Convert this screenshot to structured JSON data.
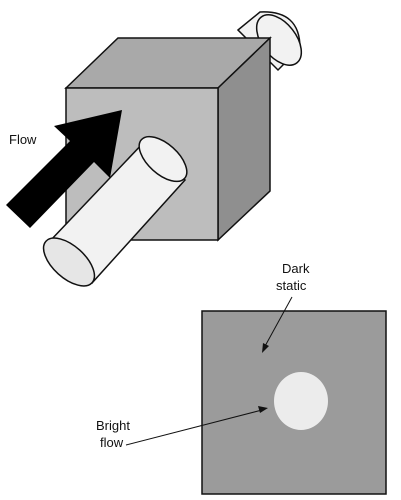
{
  "labels": {
    "flow": "Flow",
    "dark_static_line1": "Dark",
    "dark_static_line2": "static",
    "bright_flow_line1": "Bright",
    "bright_flow_line2": "flow"
  },
  "colors": {
    "background": "#ffffff",
    "outline": "#111111",
    "cube_front": "#bdbdbd",
    "cube_top": "#a9a9a9",
    "cube_side": "#8f8f8f",
    "tube_body": "#f2f2f2",
    "tube_cap": "#e6e6e6",
    "arrow": "#000000",
    "image_background": "#9b9b9b",
    "bright_spot": "#ececec"
  }
}
